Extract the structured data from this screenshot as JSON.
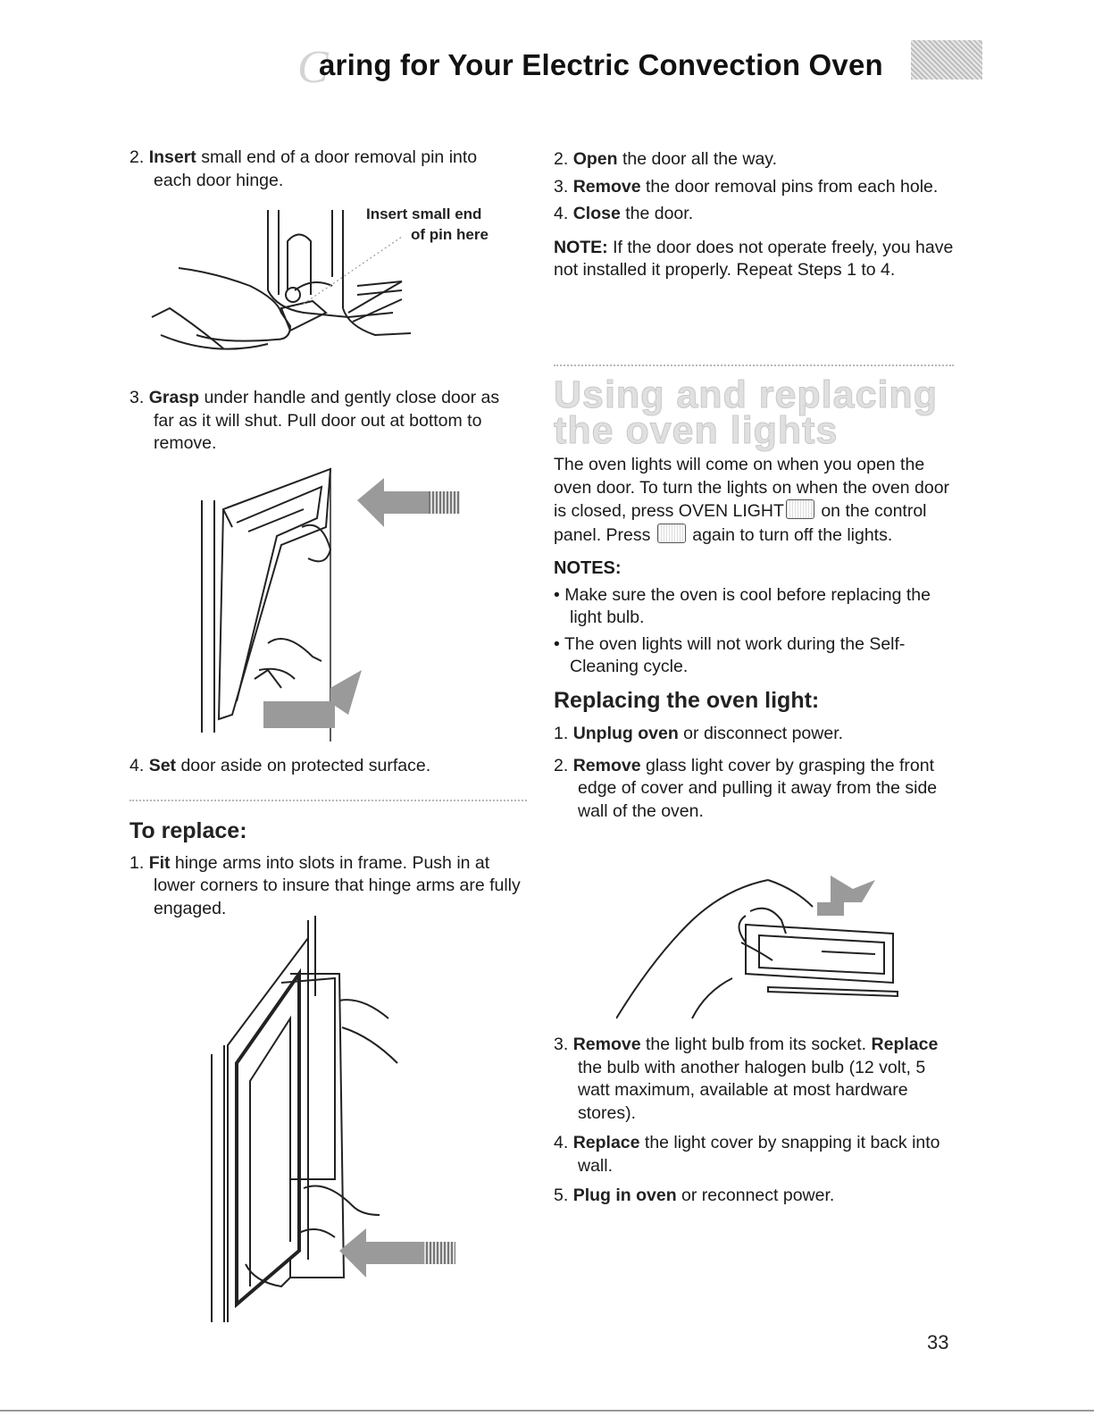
{
  "header": {
    "title_cap": "C",
    "title_rest": "aring for Your Electric Convection Oven"
  },
  "left": {
    "step2": {
      "num": "2.",
      "bold": "Insert",
      "text": " small end of a door removal pin into each door hinge."
    },
    "callout": "Insert small end of pin here",
    "step3": {
      "num": "3.",
      "bold": "Grasp",
      "text": " under handle and gently close door as far as it will shut. Pull door out at bottom to remove."
    },
    "step4": {
      "num": "4.",
      "bold": "Set",
      "text": " door aside on protected surface."
    },
    "replace_heading": "To replace:",
    "replace_step1": {
      "num": "1.",
      "bold": "Fit",
      "text": " hinge arms into slots in frame. Push in at lower corners to insure that hinge arms are fully engaged."
    }
  },
  "right": {
    "step2": {
      "num": "2.",
      "bold": "Open",
      "text": " the door all the way."
    },
    "step3": {
      "num": "3.",
      "bold": "Remove",
      "text": " the door removal pins from each hole."
    },
    "step4": {
      "num": "4.",
      "bold": "Close",
      "text": " the door."
    },
    "note_label": "NOTE:",
    "note_text": " If the door does not operate freely, you have not installed it properly. Repeat Steps 1 to 4.",
    "section_heading_line1": "Using and replacing",
    "section_heading_line2": "the oven lights",
    "intro_a": "The oven lights will come on when you open the oven door. To turn the lights on when the oven door is closed, press OVEN LIGHT",
    "intro_b": " on the control panel. Press ",
    "intro_c": " again to turn off the lights.",
    "notes_label": "NOTES:",
    "notes": [
      "Make sure the oven is cool before replacing the light bulb.",
      "The oven lights will not work during the Self-Cleaning cycle."
    ],
    "replacing_heading": "Replacing the oven light:",
    "r1": {
      "num": "1.",
      "bold": "Unplug oven",
      "text": " or disconnect power."
    },
    "r2": {
      "num": "2.",
      "bold": "Remove",
      "text": " glass light cover by grasping the front edge of cover and pulling it away from the side wall of the oven."
    },
    "r3": {
      "num": "3.",
      "bold": "Remove",
      "text": " the light bulb from its socket.",
      "bold2": "Replace",
      "text2": " the bulb with another halogen bulb (12 volt, 5 watt maximum, available at most hardware stores)."
    },
    "r4": {
      "num": "4.",
      "bold": "Replace",
      "text": " the light cover by snapping it back into wall."
    },
    "r5": {
      "num": "5.",
      "bold": "Plug in oven",
      "text": " or reconnect power."
    }
  },
  "page_number": "33"
}
